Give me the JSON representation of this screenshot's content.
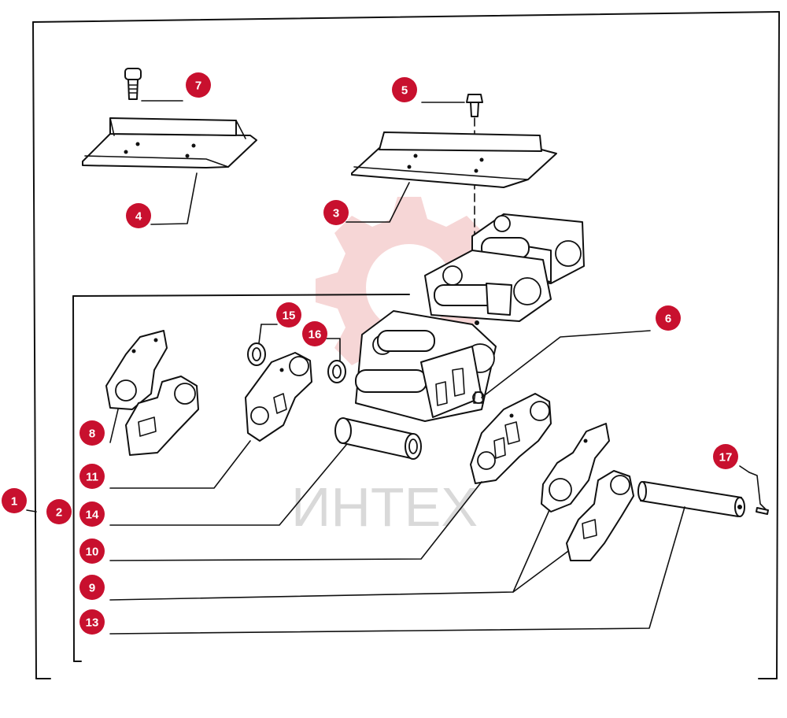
{
  "watermark": {
    "text": "ИНТЕХ",
    "color": "#d6d6d6",
    "gear_color": "#f6d2d2"
  },
  "callout_color": "#c8102e",
  "callouts": [
    {
      "id": "c1",
      "label": "1"
    },
    {
      "id": "c2",
      "label": "2"
    },
    {
      "id": "c3",
      "label": "3"
    },
    {
      "id": "c4",
      "label": "4"
    },
    {
      "id": "c5",
      "label": "5"
    },
    {
      "id": "c6",
      "label": "6"
    },
    {
      "id": "c7",
      "label": "7"
    },
    {
      "id": "c8",
      "label": "8"
    },
    {
      "id": "c9",
      "label": "9"
    },
    {
      "id": "c10",
      "label": "10"
    },
    {
      "id": "c11",
      "label": "11"
    },
    {
      "id": "c13",
      "label": "13"
    },
    {
      "id": "c14",
      "label": "14"
    },
    {
      "id": "c15",
      "label": "15"
    },
    {
      "id": "c16",
      "label": "16"
    },
    {
      "id": "c17",
      "label": "17"
    }
  ]
}
